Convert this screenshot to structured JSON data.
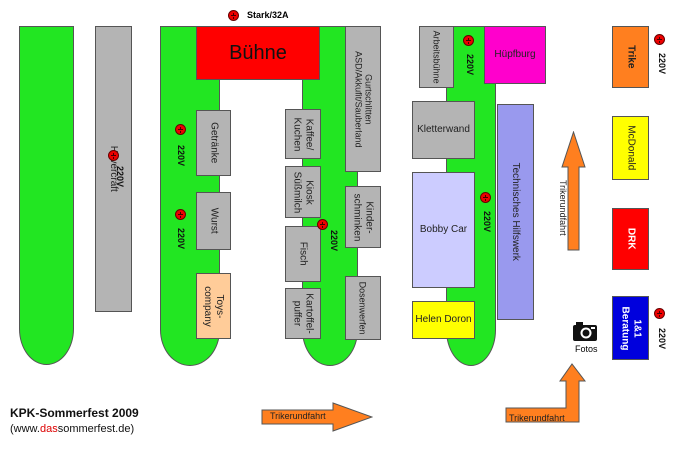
{
  "title": "KPK-Sommerfest 2009",
  "website": {
    "prefix": "(www.",
    "highlight": "das",
    "suffix": "sommerfest.de)"
  },
  "power_label": "Stark/32A",
  "voltage": "220V",
  "stands": {
    "hovercraft": "Hovercraft",
    "buehne": "Bühne",
    "getraenke": "Getränke",
    "wurst": "Wurst",
    "toys": "Toys-\ncompany",
    "kaffee": "Kaffee/\nKuchen",
    "kiosk": "Kiosk\nSüßmilch",
    "fisch": "Fisch",
    "kartoffel": "Kartoffel-\npuffer",
    "gurte": "Gurtschlitten\nASD/Akkufit/Sauberland",
    "kinderschminken": "Kinder-\nschminken",
    "dosenwerfen": "Dosenwerfen",
    "arbeitsbuehne": "Arbeitsbühne",
    "huepfburg": "Hüpfburg",
    "kletterwand": "Kletterwand",
    "bobbycar": "Bobby Car",
    "helen": "Helen Doron",
    "thw": "Technisches Hilfswerk",
    "trike": "Trike",
    "mcdonald": "McDonald",
    "drk": "DRK",
    "beratung": "1&1\nBeratung"
  },
  "fotos": "Fotos",
  "trike_route": "Trikerundfahrt",
  "colors": {
    "green": "#22e622",
    "gray": "#b4b4b4",
    "stage": "#ff0000",
    "bouncy": "#ff00cc",
    "bobby": "#ccccff",
    "thw": "#9999ee",
    "helen": "#ffff00",
    "trike": "#ff7f1f",
    "drk": "#ff0000",
    "beratung": "#0000dd",
    "toys": "#ffcc99",
    "arrow": "#ff7f1f"
  }
}
